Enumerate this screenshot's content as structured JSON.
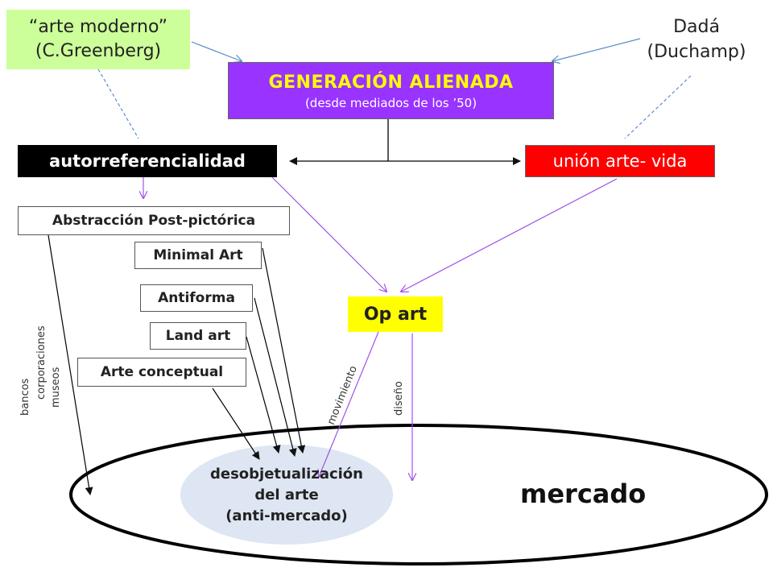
{
  "colors": {
    "green_box": "#ccff99",
    "purple_box": "#9933ff",
    "red_box": "#ff0000",
    "yellow_box": "#ffff00",
    "blue_oval": "#dde6f2",
    "black_box": "#000000",
    "purple_arrow": "#a052e8",
    "blue_arrow": "#5b8cc8"
  },
  "nodes": {
    "arte_moderno": {
      "line1": "“arte moderno”",
      "line2": "(C.Greenberg)"
    },
    "dada": {
      "line1": "Dadá",
      "line2": "(Duchamp)"
    },
    "generacion": {
      "title": "GENERACIÓN ALIENADA",
      "subtitle": "(desde mediados de los ’50)"
    },
    "autorreferencialidad": "autorreferencialidad",
    "union": "unión arte- vida",
    "abstraccion": "Abstracción Post-pictórica",
    "minimal": "Minimal Art",
    "antiforma": "Antiforma",
    "land": "Land art",
    "conceptual": "Arte conceptual",
    "op_art": "Op art",
    "desobjetualizacion": {
      "line1": "desobjetualización",
      "line2": "del arte",
      "line3": "(anti-mercado)"
    },
    "mercado": "mercado"
  },
  "edge_labels": {
    "movimiento": "movimiento",
    "diseno": "diseño",
    "bancos": "bancos",
    "corporaciones": "corporaciones",
    "museos": "museos"
  }
}
